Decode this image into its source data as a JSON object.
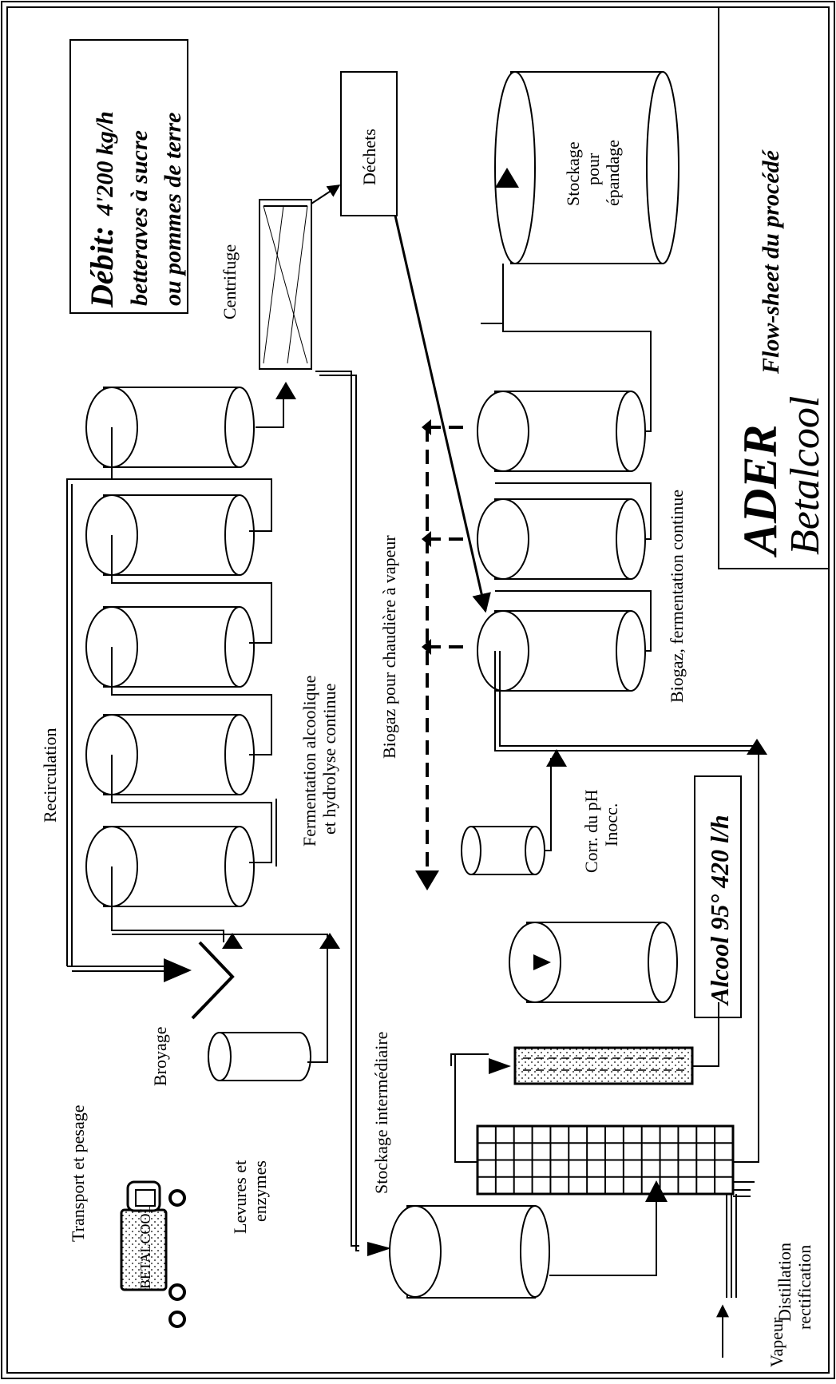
{
  "title": {
    "ader": "ADER",
    "betalcool": "Betalcool",
    "subtitle": "Flow-sheet du procédé"
  },
  "debit": {
    "label": "Débit:",
    "value": "4'200 kg/h",
    "line2": "betteraves à sucre",
    "line3": "ou pommes de terre"
  },
  "alcohol_output": "Alcool  95° 420 l/h",
  "truck_text": "BETALCOOL",
  "labels": {
    "transport": "Transport et pesage",
    "broyage": "Broyage",
    "levures_1": "Levures et",
    "levures_2": "enzymes",
    "recirculation": "Recirculation",
    "fermentation_1": "Fermentation alcoolique",
    "fermentation_2": "et hydrolyse continue",
    "centrifuge": "Centrifuge",
    "dechets": "Déchets",
    "stockage_inter": "Stockage intermédiaire",
    "biogaz_chaudiere": "Biogaz pour chaudière à vapeur",
    "corr_ph": "Corr. du pH",
    "inocc": "Inocc.",
    "biogaz_fermentation": "Biogaz, fermentation continue",
    "stockage_epandage_1": "Stockage",
    "stockage_epandage_2": "pour",
    "stockage_epandage_3": "épandage",
    "distillation": "Distillation",
    "rectification": "rectification",
    "vapeur": "Vapeur"
  }
}
